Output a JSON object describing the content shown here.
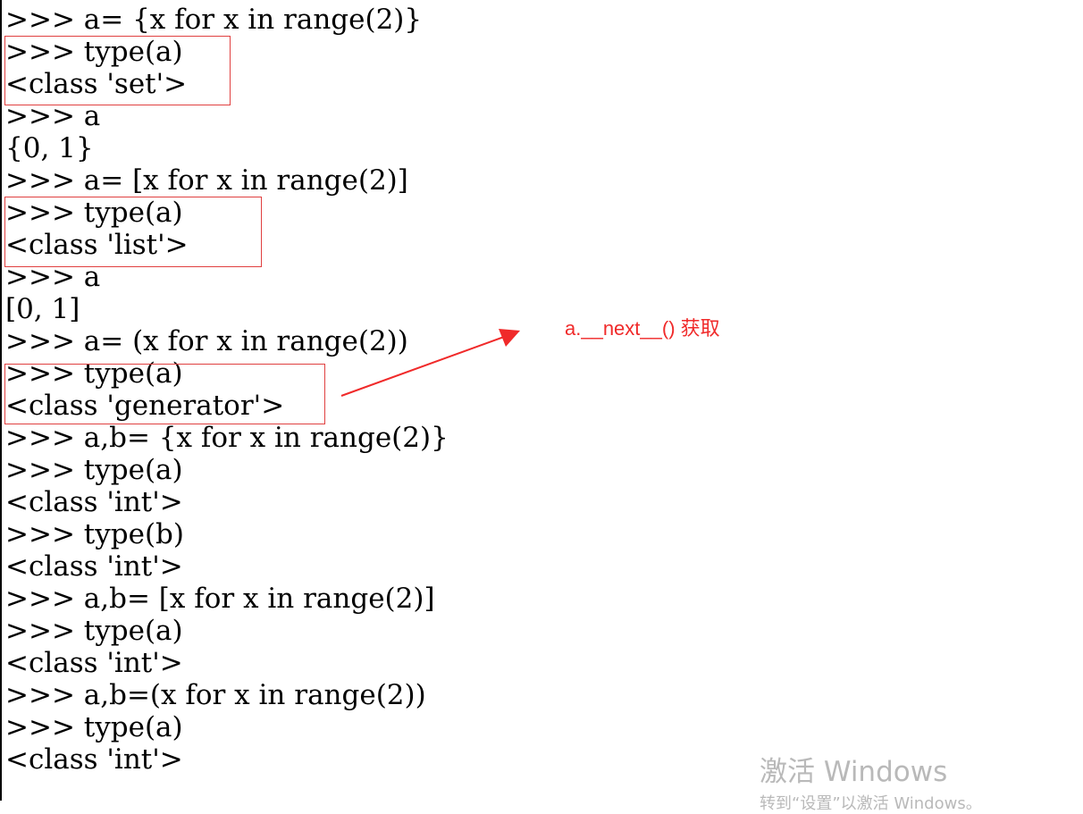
{
  "console": {
    "lines": [
      ">>> a= {x for x in range(2)}",
      ">>> type(a)",
      "<class 'set'>",
      ">>> a",
      "{0, 1}",
      ">>> a= [x for x in range(2)]",
      ">>> type(a)",
      "<class 'list'>",
      ">>> a",
      "[0, 1]",
      ">>> a= (x for x in range(2))",
      ">>> type(a)",
      "<class 'generator'>",
      ">>> a,b= {x for x in range(2)}",
      ">>> type(a)",
      "<class 'int'>",
      ">>> type(b)",
      "<class 'int'>",
      ">>> a,b= [x for x in range(2)]",
      ">>> type(a)",
      "<class 'int'>",
      ">>> a,b=(x for x in range(2))",
      ">>> type(a)",
      "<class 'int'>"
    ]
  },
  "annotation": {
    "text": "a.__next__() 获取",
    "color": "#f02a2a"
  },
  "highlight_color": "#e04040",
  "watermark": {
    "title": "激活 Windows",
    "subtitle": "转到“设置”以激活 Windows。"
  }
}
